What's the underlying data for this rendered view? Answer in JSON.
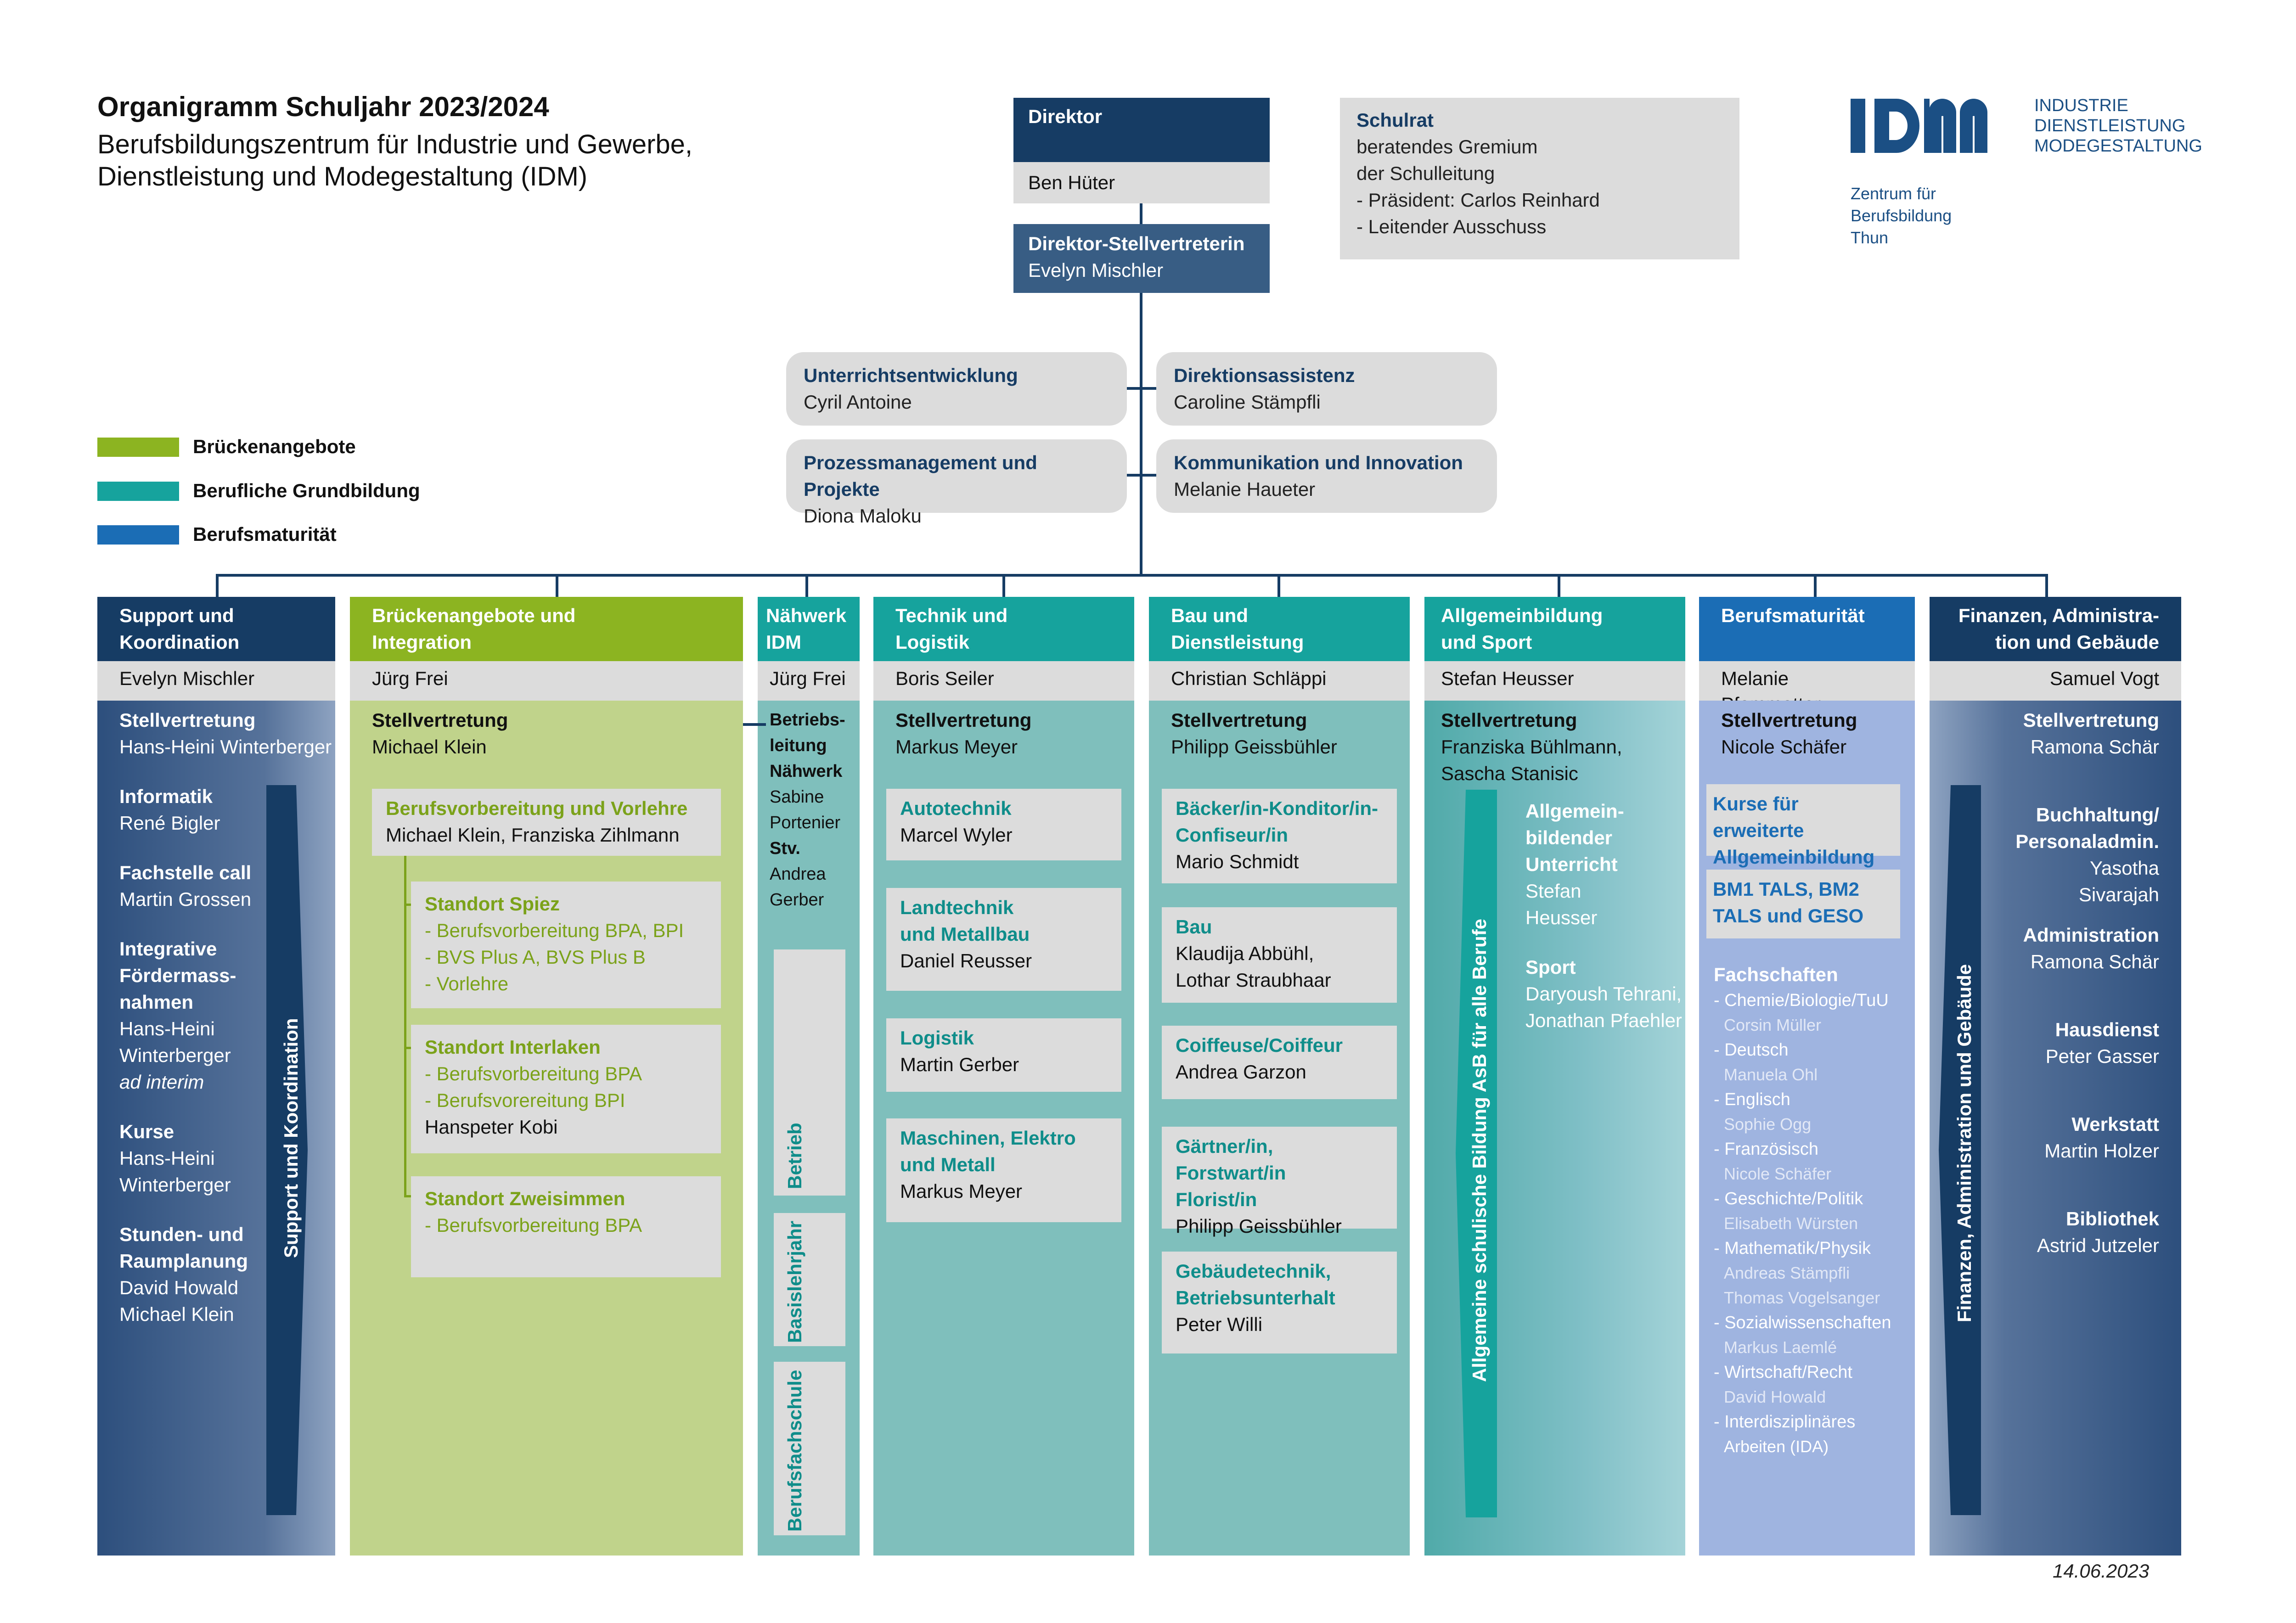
{
  "title": "Organigramm Schuljahr 2023/2024",
  "subtitle_line1": "Berufsbildungszentrum für Industrie und Gewerbe,",
  "subtitle_line2": "Dienstleistung und Modegestaltung (IDM)",
  "date": "14.06.2023",
  "colors": {
    "navy": "#163c64",
    "navy2": "#385d84",
    "green": "#8cb421",
    "lightgreen": "#c0d38b",
    "teal": "#16a39d",
    "lightteal": "#7fbfbc",
    "lightteal2": "#84c5c9",
    "blue": "#1b6db5",
    "lightblue": "#9fb4e0",
    "grey": "#dcdcdc"
  },
  "logo": {
    "mark": "IDM",
    "l1": "INDUSTRIE",
    "l2": "DIENSTLEISTUNG",
    "l3": "MODEGESTALTUNG",
    "s1": "Zentrum für",
    "s2": "Berufsbildung",
    "s3": "Thun"
  },
  "direktor": {
    "title": "Direktor",
    "name": "Ben Hüter"
  },
  "stellv": {
    "title": "Direktor-Stellvertreterin",
    "name": "Evelyn Mischler"
  },
  "schulrat": {
    "title": "Schulrat",
    "l1": "beratendes Gremium",
    "l2": "der Schulleitung",
    "l3": "- Präsident: Carlos Reinhard",
    "l4": "- Leitender Ausschuss"
  },
  "staff": [
    {
      "title": "Unterrichtsentwicklung",
      "name": "Cyril Antoine"
    },
    {
      "title": "Direktionsassistenz",
      "name": "Caroline Stämpfli"
    },
    {
      "title": "Prozessmanagement und Projekte",
      "name": "Diona Maloku"
    },
    {
      "title": "Kommunikation und Innovation",
      "name": "Melanie Haueter"
    }
  ],
  "legend": [
    "Brückenangebote",
    "Berufliche Grundbildung",
    "Berufsmaturität"
  ],
  "col1": {
    "h1": "Support und",
    "h2": "Koordination",
    "lead": "Evelyn Mischler",
    "sv": "Stellvertretung",
    "svn": "Hans-Heini Winterberger",
    "i1": "Informatik",
    "i1n": "René Bigler",
    "i2": "Fachstelle call",
    "i2n": "Martin Grossen",
    "i3a": "Integrative",
    "i3b": "Fördermass-",
    "i3c": "nahmen",
    "i3n1": "Hans-Heini",
    "i3n2": "Winterberger",
    "i3n3": "ad interim",
    "i4": "Kurse",
    "i4n1": "Hans-Heini",
    "i4n2": "Winterberger",
    "i5a": "Stunden- und",
    "i5b": "Raumplanung",
    "i5n1": "David Howald",
    "i5n2": "Michael Klein",
    "arrow": "Support und Koordination"
  },
  "col2": {
    "h1": "Brückenangebote und",
    "h2": "Integration",
    "lead": "Jürg Frei",
    "sv": "Stellvertretung",
    "svn": "Michael Klein",
    "b1": "Berufsvorbereitung und Vorlehre",
    "b1n": "Michael Klein, Franziska Zihlmann",
    "s1": "Standort Spiez",
    "s1a": "- Berufsvorbereitung BPA, BPI",
    "s1b": "- BVS Plus A, BVS Plus B",
    "s1c": "- Vorlehre",
    "s2": "Standort Interlaken",
    "s2a": "- Berufsvorbereitung BPA",
    "s2b": "- Berufsvorereitung BPI",
    "s2n": "Hanspeter Kobi",
    "s3": "Standort Zweisimmen",
    "s3a": "- Berufsvorbereitung BPA"
  },
  "col3": {
    "h1": "Nähwerk",
    "h2": "IDM",
    "lead": "Jürg Frei",
    "l1": "Betriebs-",
    "l2": "leitung",
    "l3": "Nähwerk",
    "n1": "Sabine",
    "n2": "Portenier",
    "stv": "Stv.",
    "n3": "Andrea",
    "n4": "Gerber",
    "r1": "Betrieb",
    "r2": "Basislehrjahr",
    "r3": "Berufsfachschule"
  },
  "col4": {
    "h1": "Technik und",
    "h2": "Logistik",
    "lead": "Boris Seiler",
    "sv": "Stellvertretung",
    "svn": "Markus Meyer",
    "a": "Autotechnik",
    "an": "Marcel Wyler",
    "b1": "Landtechnik",
    "b2": "und Metallbau",
    "bn": "Daniel Reusser",
    "c": "Logistik",
    "cn": "Martin Gerber",
    "d1": "Maschinen, Elektro",
    "d2": "und Metall",
    "dn": "Markus Meyer"
  },
  "col5": {
    "h1": "Bau und",
    "h2": "Dienstleistung",
    "lead": "Christian Schläppi",
    "sv": "Stellvertretung",
    "svn": "Philipp Geissbühler",
    "a1": "Bäcker/in-Konditor/in-",
    "a2": "Confiseur/in",
    "an": "Mario Schmidt",
    "b": "Bau",
    "bn1": "Klaudija Abbühl,",
    "bn2": "Lothar Straubhaar",
    "c": "Coiffeuse/Coiffeur",
    "cn": "Andrea Garzon",
    "d1": "Gärtner/in, Forstwart/in",
    "d2": "Florist/in",
    "dn": "Philipp Geissbühler",
    "e1": "Gebäudetechnik,",
    "e2": "Betriebsunterhalt",
    "en": "Peter Willi"
  },
  "col6": {
    "h1": "Allgemeinbildung",
    "h2": "und Sport",
    "lead": "Stefan Heusser",
    "sv": "Stellvertretung",
    "svn1": "Franziska Bühlmann,",
    "svn2": "Sascha Stanisic",
    "a1": "Allgemein-",
    "a2": "bildender",
    "a3": "Unterricht",
    "an1": "Stefan",
    "an2": "Heusser",
    "b": "Sport",
    "bn1": "Daryoush Tehrani,",
    "bn2": "Jonathan Pfaehler",
    "arrow": "Allgemeine schulische Bildung AsB für alle Berufe"
  },
  "col7": {
    "h1": "Berufsmaturität",
    "lead": "Melanie Pfammatter",
    "sv": "Stellvertretung",
    "svn": "Nicole Schäfer",
    "k1": "Kurse für erweiterte",
    "k2": "Allgemeinbildung",
    "m1": "BM1 TALS, BM2",
    "m2": "TALS und GESO",
    "fs": "Fachschaften",
    "f": [
      {
        "t": "- Chemie/Biologie/TuU",
        "n": [
          "Corsin Müller"
        ]
      },
      {
        "t": "- Deutsch",
        "n": [
          "Manuela Ohl"
        ]
      },
      {
        "t": "- Englisch",
        "n": [
          "Sophie Ogg"
        ]
      },
      {
        "t": "- Französisch",
        "n": [
          "Nicole Schäfer"
        ]
      },
      {
        "t": "- Geschichte/Politik",
        "n": [
          "Elisabeth Würsten"
        ]
      },
      {
        "t": "- Mathematik/Physik",
        "n": [
          "Andreas Stämpfli",
          "Thomas Vogelsanger"
        ]
      },
      {
        "t": "- Sozialwissenschaften",
        "n": [
          "Markus Laemlé"
        ]
      },
      {
        "t": "- Wirtschaft/Recht",
        "n": [
          "David Howald"
        ]
      },
      {
        "t": "- Interdisziplinäres",
        "n": [
          "Arbeiten (IDA)"
        ]
      }
    ]
  },
  "col8": {
    "h1": "Finanzen, Administra-",
    "h2": "tion und Gebäude",
    "lead": "Samuel Vogt",
    "sv": "Stellvertretung",
    "svn": "Ramona Schär",
    "a1": "Buchhaltung/",
    "a2": "Personaladmin.",
    "an1": "Yasotha",
    "an2": "Sivarajah",
    "b": "Administration",
    "bn": "Ramona Schär",
    "c": "Hausdienst",
    "cn": "Peter Gasser",
    "d": "Werkstatt",
    "dn": "Martin Holzer",
    "e": "Bibliothek",
    "en": "Astrid Jutzeler",
    "arrow": "Finanzen, Administration und Gebäude"
  }
}
